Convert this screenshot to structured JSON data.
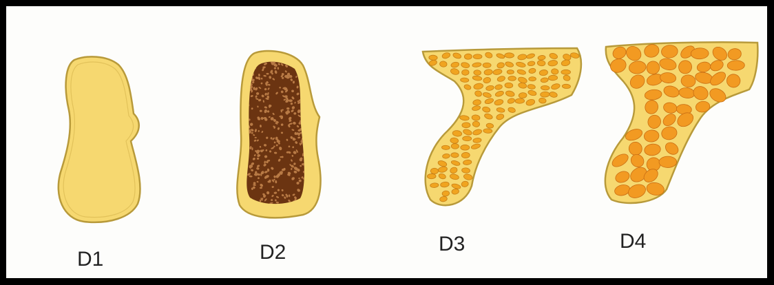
{
  "colors": {
    "frame": "#000000",
    "background": "#fdfdfb",
    "cortical_fill": "#f6d870",
    "cortical_outline": "#b89a3a",
    "dense_trabecular": "#6b3411",
    "dense_speckle": "#b87a45",
    "d3_cell": "#f0a420",
    "d3_cell_edge": "#c77e16",
    "d4_cell": "#f29a22",
    "d4_cell_edge": "#c96d12"
  },
  "samples": [
    {
      "id": "d1",
      "label": "D1"
    },
    {
      "id": "d2",
      "label": "D2"
    },
    {
      "id": "d3",
      "label": "D3"
    },
    {
      "id": "d4",
      "label": "D4"
    }
  ]
}
